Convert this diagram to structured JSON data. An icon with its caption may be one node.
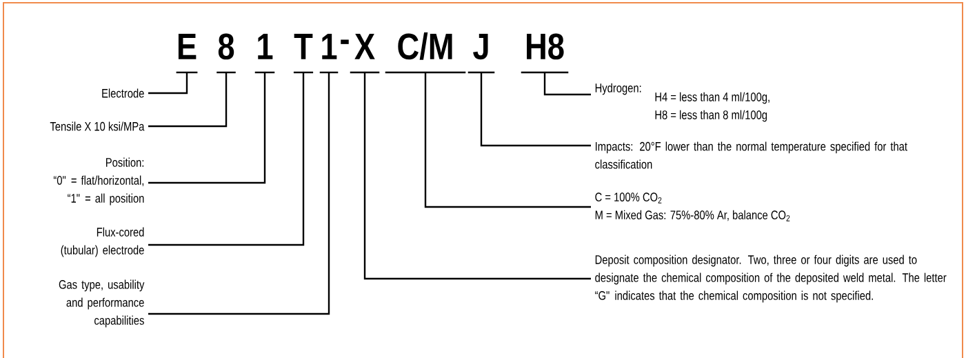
{
  "diagram": {
    "nodes": [
      {
        "text": [
          "E"
        ]
      },
      {
        "text": [
          "8"
        ]
      },
      {
        "text": [
          "1"
        ]
      },
      {
        "text": [
          "T"
        ]
      },
      {
        "text": [
          "1"
        ]
      },
      {
        "text": [
          "X"
        ]
      },
      {
        "text": [
          "C/M"
        ]
      },
      {
        "text": [
          "J"
        ]
      },
      {
        "text": [
          "H8"
        ]
      },
      {
        "text": [
          "Electrode"
        ]
      },
      {
        "text": [
          "Tensile X 10 ksi/MPa"
        ]
      },
      {
        "text": [
          "Position:",
          "“0\" = flat/horizontal, “1\" = all position"
        ]
      },
      {
        "text": [
          "Flux-cored (tubular) electrode"
        ]
      },
      {
        "text": [
          "Gas type, usability and performance capabilities"
        ]
      },
      {
        "text": [
          "Hydrogen:",
          "H4 = less than 4 ml/100g, H8 = less than 8 ml/100g"
        ]
      },
      {
        "text": [
          "Impacts: 20°F lower than the normal temperature specified for that classification"
        ]
      },
      {
        "text": [
          "C = 100% CO$_{2}$",
          "M = Mixed Gas:  75%-80% Ar, balance CO$_{2}$"
        ]
      },
      {
        "text": [
          "Deposit composition designator. Two, three or four digits are used to designate the chemical composition of the deposited weld metal. The letter “G\" indicates that the chemical composition is not specified."
        ]
      }
    ],
    "edges": [
      {
        "from": 9,
        "to": 0,
        "arrow": "none"
      },
      {
        "from": 10,
        "to": 1,
        "arrow": "none"
      },
      {
        "from": 11,
        "to": 2,
        "arrow": "none"
      },
      {
        "from": 12,
        "to": 3,
        "arrow": "none"
      },
      {
        "from": 13,
        "to": 4,
        "arrow": "none"
      },
      {
        "from": 14,
        "to": 8,
        "arrow": "none"
      },
      {
        "from": 15,
        "to": 7,
        "arrow": "none"
      },
      {
        "from": 16,
        "to": 6,
        "arrow": "none"
      },
      {
        "from": 17,
        "to": 5,
        "arrow": "none"
      }
    ],
    "labels": [
      "-"
    ]
  }
}
